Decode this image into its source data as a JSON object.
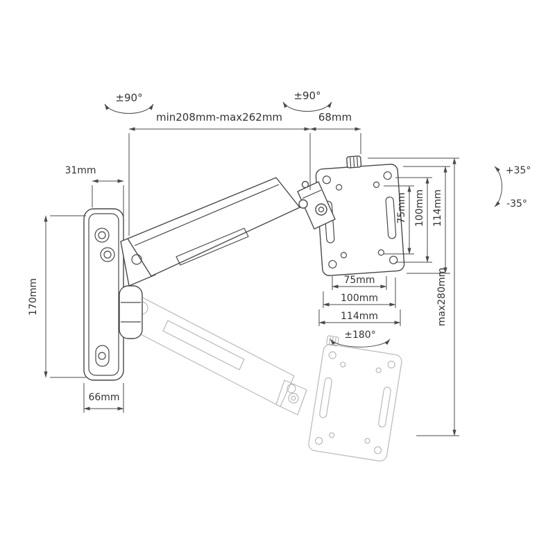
{
  "diagram": {
    "type": "technical-dimension-drawing",
    "subject": "gas-spring wall mount monitor arm with VESA plate",
    "colors": {
      "part_line": "#474747",
      "ghost_line": "#b8b8b8",
      "dim_line": "#4a4a4a",
      "text": "#333333",
      "background": "#ffffff"
    },
    "labels": {
      "swivel_wall": "±90°",
      "swivel_elbow": "±90°",
      "reach": "min208mm-max262mm",
      "head_depth": "68mm",
      "bracket_depth": "31mm",
      "bracket_height": "170mm",
      "bracket_width": "66mm",
      "vesa_vertical": {
        "v75": "75mm",
        "v100": "100mm",
        "v114": "114mm"
      },
      "vesa_horizontal": {
        "h75": "75mm",
        "h100": "100mm",
        "h114": "114mm"
      },
      "tilt_up": "+35°",
      "tilt_down": "-35°",
      "rotation": "±180°",
      "vertical_range": "max280mm"
    }
  }
}
